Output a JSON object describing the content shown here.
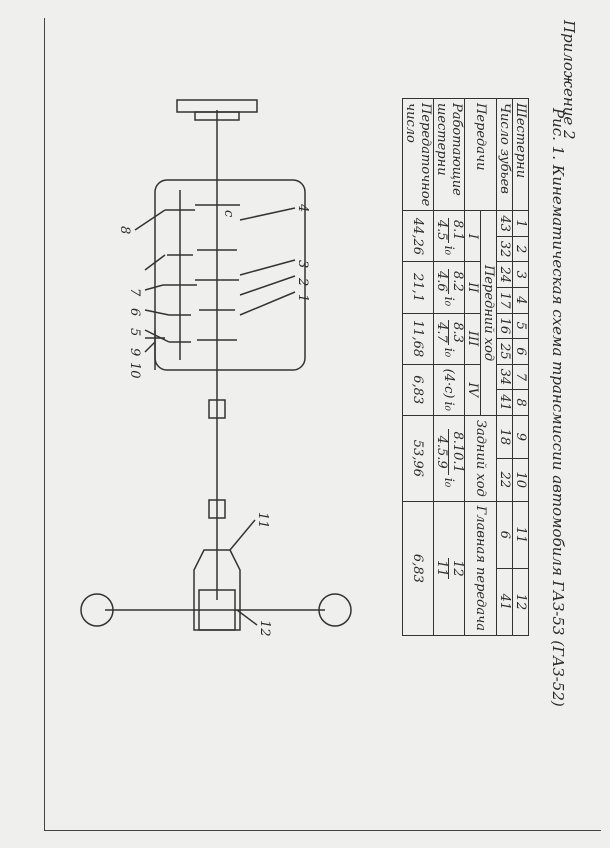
{
  "appendix": "Приложение 2",
  "caption": "Рис. 1. Кинематическая схема трансмиссии автомобиля ГАЗ-53 (ГАЗ-52)",
  "scheme_labels": [
    "1",
    "2",
    "3",
    "4",
    "c",
    "5",
    "6",
    "7",
    "8",
    "9",
    "10",
    "11",
    "12"
  ],
  "table": {
    "gear_header": "Шестерни",
    "gear_numbers": [
      "1",
      "2",
      "3",
      "4",
      "5",
      "6",
      "7",
      "8",
      "9",
      "10",
      "11",
      "12"
    ],
    "teeth_header": "Число зубьев",
    "teeth": [
      "43",
      "32",
      "24",
      "17",
      "16",
      "25",
      "34",
      "41",
      "18",
      "22",
      "6",
      "41"
    ],
    "gears_header": "Передачи",
    "forward": "Передний ход",
    "reverse": "Задний ход",
    "main_gear": "Главная передача",
    "gear_names": [
      "I",
      "II",
      "III",
      "IV"
    ],
    "working_header": "Работающие шестерни",
    "io": "i₀",
    "working": [
      {
        "num": "8.1",
        "den": "4.5"
      },
      {
        "num": "8.2",
        "den": "4.6"
      },
      {
        "num": "8.3",
        "den": "4.7"
      },
      {
        "text": "(4·c)"
      },
      {
        "num": "8.10.1",
        "den": "4.5.9"
      },
      {
        "num": "12",
        "den": "11"
      }
    ],
    "ratio_header": "Передаточное число",
    "ratios": [
      "44,26",
      "21,1",
      "11,68",
      "6,83",
      "53,96",
      "6,83"
    ]
  }
}
